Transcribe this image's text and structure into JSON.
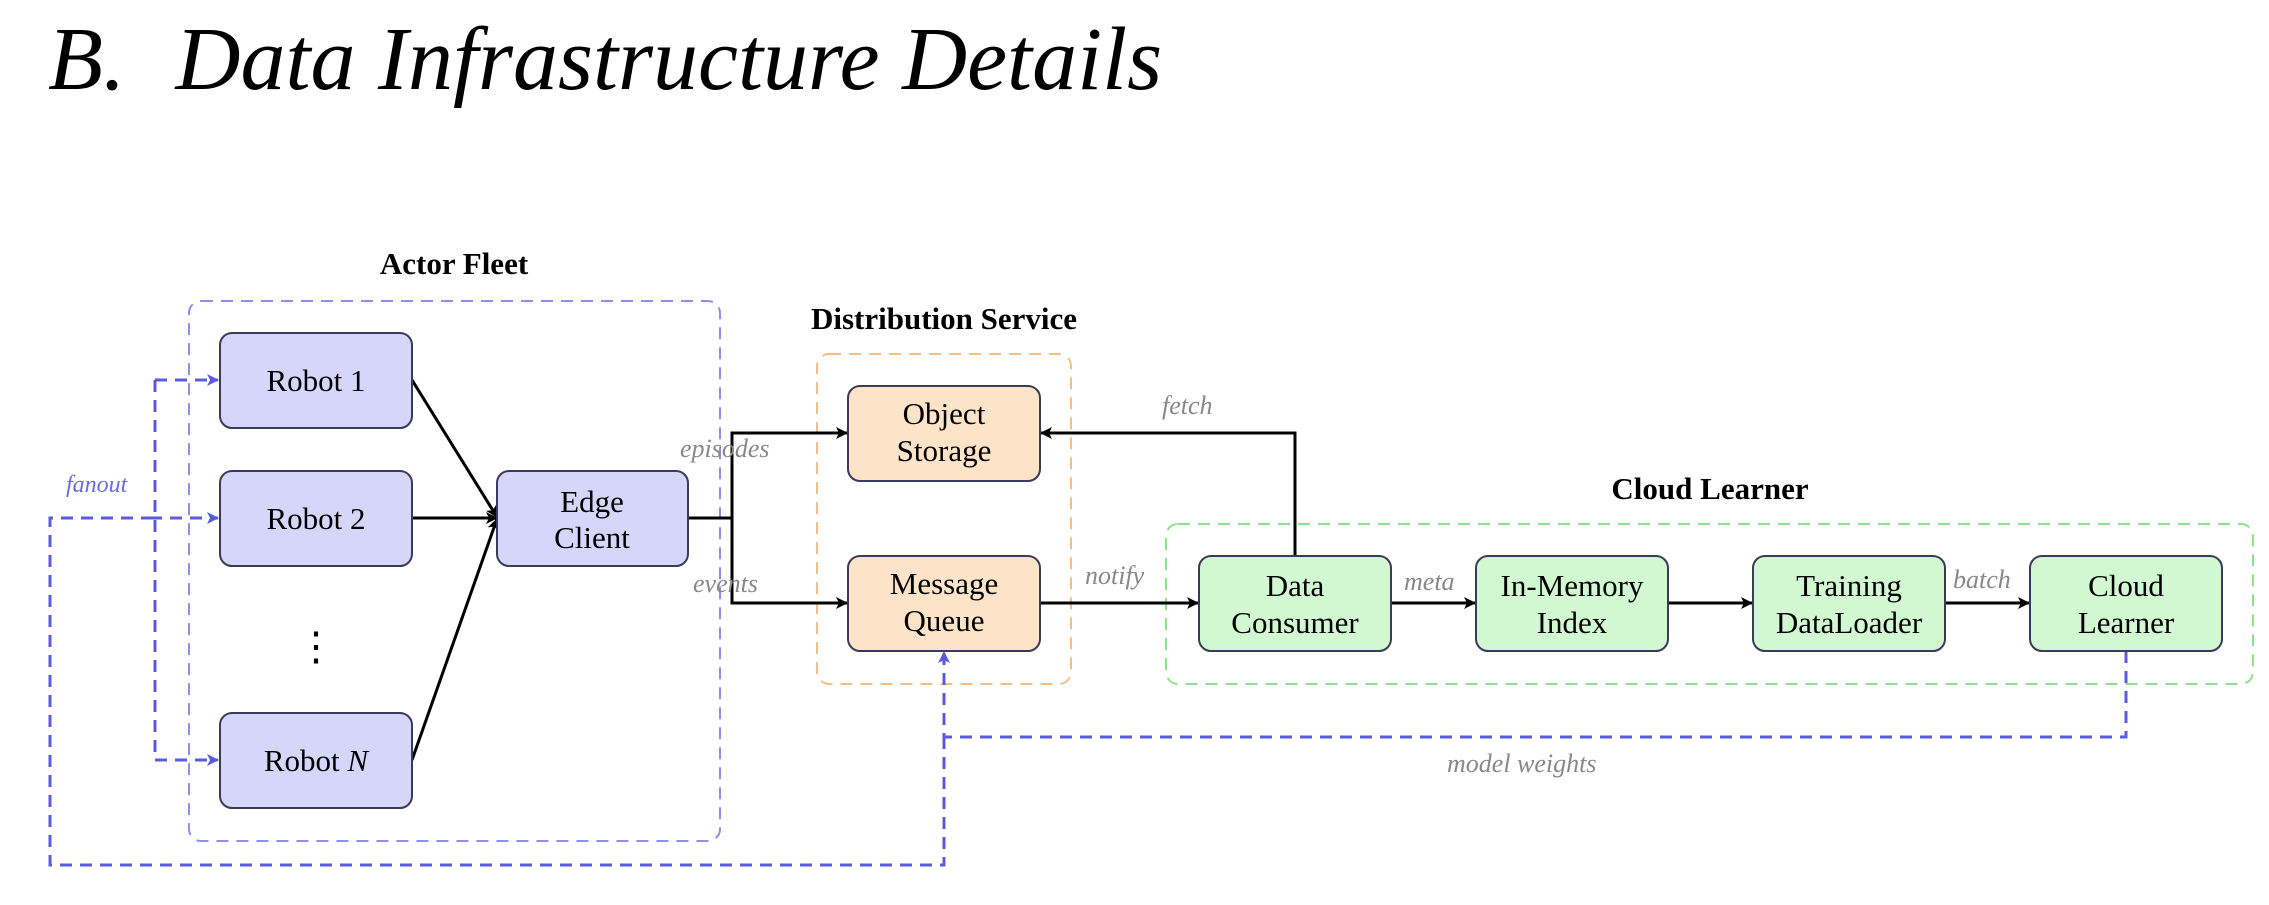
{
  "section": {
    "number": "B.",
    "title": "Data Infrastructure Details"
  },
  "colors": {
    "robot_fill": "#d6d6fb",
    "robot_stroke": "#3a3a5a",
    "dist_fill": "#fde3c8",
    "learner_fill": "#d2f8d2",
    "fleet_border": "#8f8fe8",
    "dist_border": "#f3c081",
    "cloud_border": "#8fe08f",
    "feedback_arrow": "#5b5be0",
    "label_gray": "#888888"
  },
  "groups": {
    "actor_fleet": "Actor Fleet",
    "distribution_service": "Distribution Service",
    "cloud_learner": "Cloud Learner"
  },
  "nodes": {
    "robot1": "Robot 1",
    "robot2": "Robot 2",
    "ellipsis": "⋮",
    "robotN_prefix": "Robot ",
    "robotN_var": "N",
    "edge_client": [
      "Edge",
      "Client"
    ],
    "object_storage": [
      "Object",
      "Storage"
    ],
    "message_queue": [
      "Message",
      "Queue"
    ],
    "data_consumer": [
      "Data",
      "Consumer"
    ],
    "in_memory_index": [
      "In-Memory",
      "Index"
    ],
    "training_dataloader": [
      "Training",
      "DataLoader"
    ],
    "cloud_learner": [
      "Cloud",
      "Learner"
    ]
  },
  "edge_labels": {
    "episodes": "episodes",
    "events": "events",
    "fetch": "fetch",
    "notify": "notify",
    "meta": "meta",
    "batch": "batch",
    "model_weights": "model weights",
    "fanout": "fanout"
  }
}
